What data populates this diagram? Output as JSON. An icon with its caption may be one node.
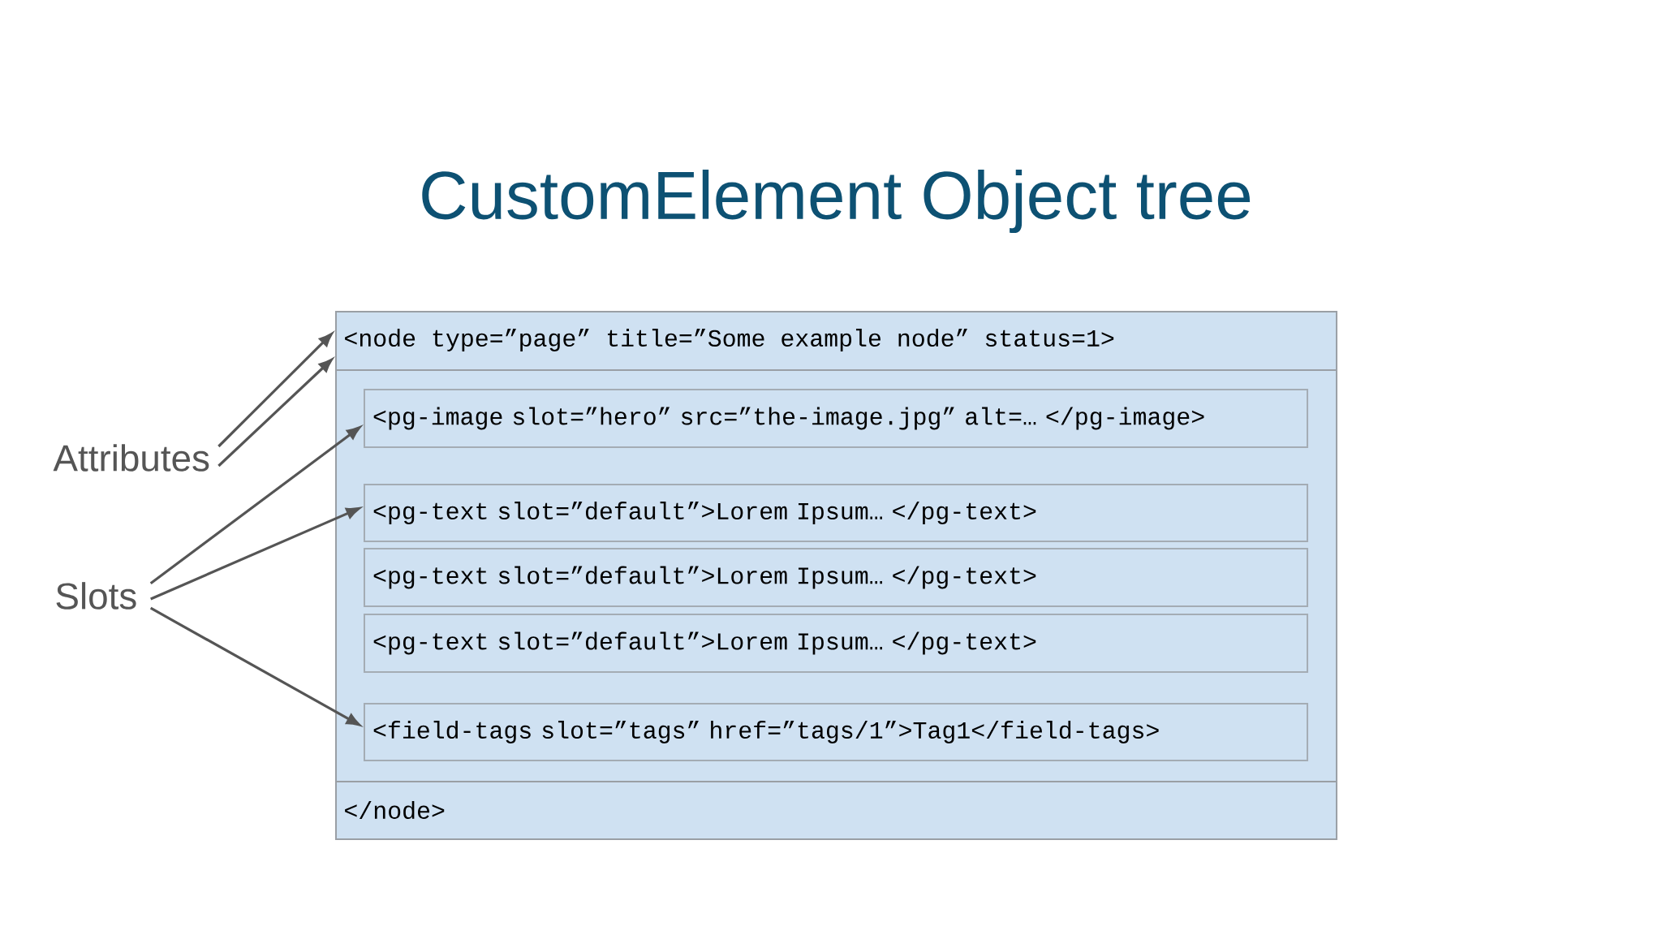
{
  "diagram": {
    "title": "CustomElement Object tree",
    "nodes": [
      {
        "text": [
          "<node type=”page” title=”Some example node” status=1>",
          "</node>"
        ]
      },
      {
        "text": [
          "<pg-image slot=”hero” src=”the-image.jpg” alt=… </pg-image>"
        ],
        "in": 0
      },
      {
        "text": [
          "<pg-text slot=”default”>Lorem Ipsum… </pg-text>"
        ],
        "in": 0
      },
      {
        "text": [
          "<pg-text slot=”default”>Lorem Ipsum… </pg-text>"
        ],
        "in": 0
      },
      {
        "text": [
          "<pg-text slot=”default”>Lorem Ipsum… </pg-text>"
        ],
        "in": 0
      },
      {
        "text": [
          "<field-tags slot=”tags” href=”tags/1”>Tag1</field-tags>"
        ],
        "in": 0
      },
      {
        "text": [
          "Attributes"
        ]
      },
      {
        "text": [
          "Slots"
        ]
      }
    ],
    "edges": [
      {
        "from": 6,
        "to": 0,
        "arrow": "to"
      },
      {
        "from": 6,
        "to": 0,
        "arrow": "to"
      },
      {
        "from": 7,
        "to": 1,
        "arrow": "to"
      },
      {
        "from": 7,
        "to": 2,
        "arrow": "to"
      },
      {
        "from": 7,
        "to": 5,
        "arrow": "to"
      }
    ]
  }
}
